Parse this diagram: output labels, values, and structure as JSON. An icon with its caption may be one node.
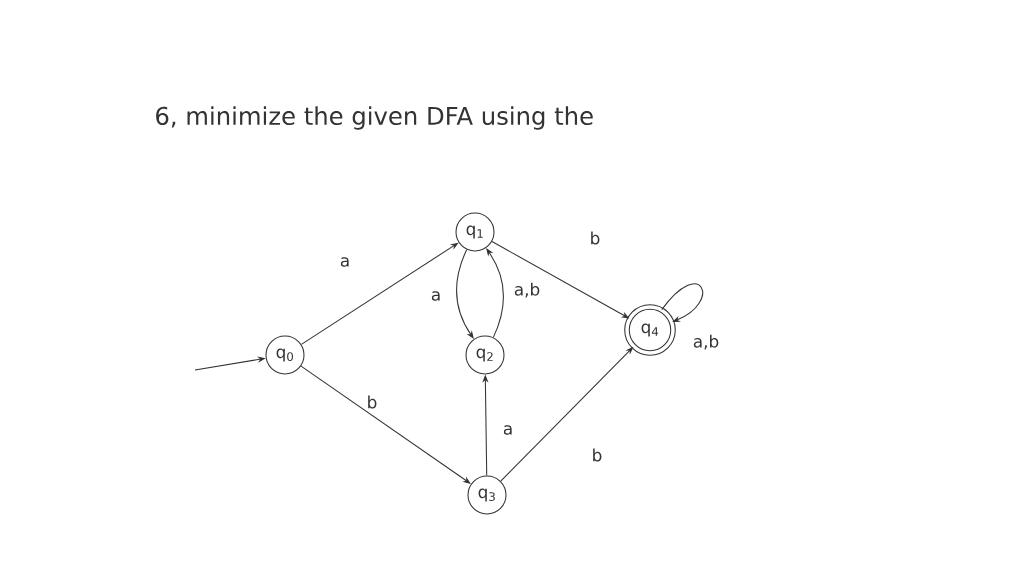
{
  "diagram": {
    "title": "6, minimize the given DFA using the",
    "nodes": [
      {
        "text": [
          "q$_{0}$"
        ]
      },
      {
        "text": [
          "q$_{1}$"
        ]
      },
      {
        "text": [
          "q$_{2}$"
        ]
      },
      {
        "text": [
          "q$_{3}$"
        ]
      },
      {
        "text": [
          "q$_{4}$"
        ]
      }
    ],
    "edges": [
      {
        "from": null,
        "to": 0,
        "arrow": "to"
      },
      {
        "from": 0,
        "to": 1,
        "arrow": "to",
        "label": "a"
      },
      {
        "from": 0,
        "to": 3,
        "arrow": "to",
        "label": "b"
      },
      {
        "from": 1,
        "to": 2,
        "arrow": "to",
        "label": "a"
      },
      {
        "from": 2,
        "to": 1,
        "arrow": "to",
        "label": "a,b"
      },
      {
        "from": 1,
        "to": 4,
        "arrow": "to",
        "label": "b"
      },
      {
        "from": 3,
        "to": 2,
        "arrow": "to",
        "label": "a"
      },
      {
        "from": 3,
        "to": 4,
        "arrow": "to",
        "label": "b"
      },
      {
        "from": 4,
        "to": 4,
        "arrow": "to",
        "label": "a,b"
      }
    ]
  }
}
